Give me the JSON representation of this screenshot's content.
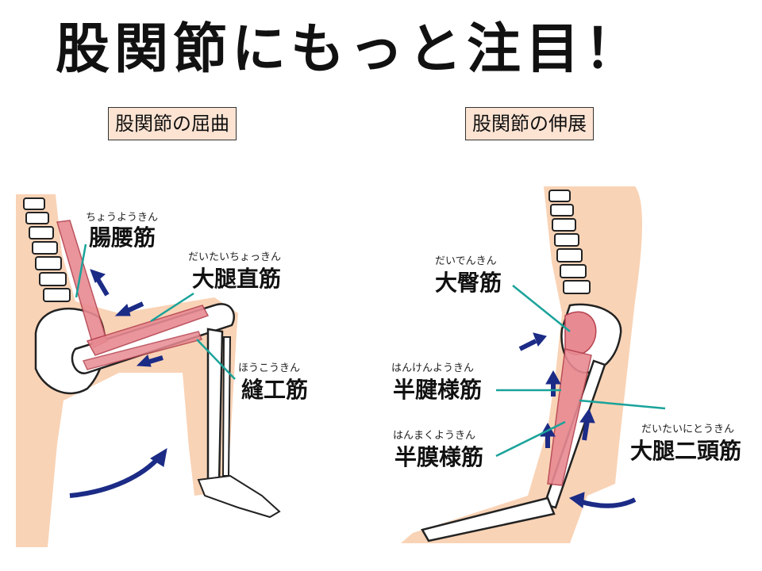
{
  "title": "股関節にもっと注目！",
  "sections": {
    "flexion": {
      "label": "股関節の屈曲",
      "muscles": [
        {
          "name": "腸腰筋",
          "reading": "ちょうようきん"
        },
        {
          "name": "大腿直筋",
          "reading": "だいたいちょっきん"
        },
        {
          "name": "縫工筋",
          "reading": "ほうこうきん"
        }
      ]
    },
    "extension": {
      "label": "股関節の伸展",
      "muscles": [
        {
          "name": "大臀筋",
          "reading": "だいでんきん"
        },
        {
          "name": "半腱様筋",
          "reading": "はんけんようきん"
        },
        {
          "name": "半膜様筋",
          "reading": "はんまくようきん"
        },
        {
          "name": "大腿二頭筋",
          "reading": "だいたいにとうきん"
        }
      ]
    }
  },
  "colors": {
    "skin": "#f9d3b6",
    "bone": "#ffffff",
    "muscle": "#e88a92",
    "arrow": "#1b2b86",
    "leader": "#1aa39a",
    "label_bg": "#fde3d2"
  }
}
